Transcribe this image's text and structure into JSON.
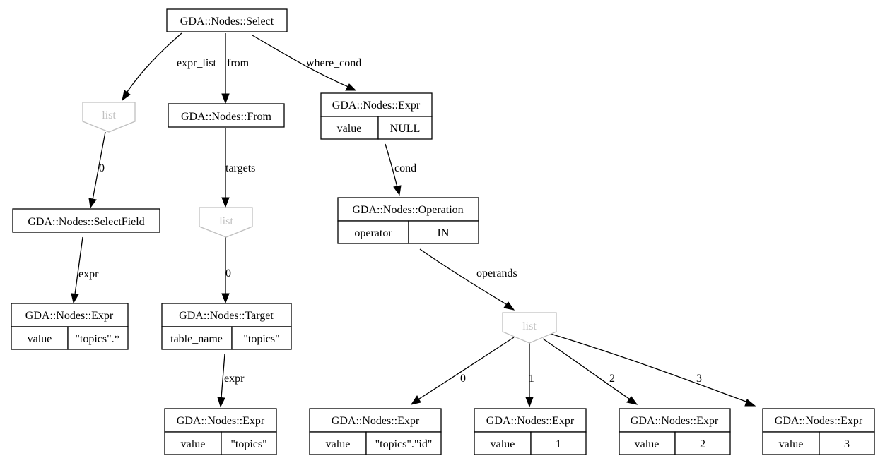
{
  "nodes": {
    "select": {
      "title": "GDA::Nodes::Select"
    },
    "list_exprs": {
      "label": "list"
    },
    "from": {
      "title": "GDA::Nodes::From"
    },
    "where_expr": {
      "title": "GDA::Nodes::Expr",
      "key": "value",
      "val": "NULL"
    },
    "select_field": {
      "title": "GDA::Nodes::SelectField"
    },
    "list_targets": {
      "label": "list"
    },
    "operation": {
      "title": "GDA::Nodes::Operation",
      "key": "operator",
      "val": "IN"
    },
    "field_expr": {
      "title": "GDA::Nodes::Expr",
      "key": "value",
      "val": "\"topics\".*"
    },
    "target": {
      "title": "GDA::Nodes::Target",
      "key": "table_name",
      "val": "\"topics\""
    },
    "list_operands": {
      "label": "list"
    },
    "target_expr": {
      "title": "GDA::Nodes::Expr",
      "key": "value",
      "val": "\"topics\""
    },
    "operand0": {
      "title": "GDA::Nodes::Expr",
      "key": "value",
      "val": "\"topics\".\"id\""
    },
    "operand1": {
      "title": "GDA::Nodes::Expr",
      "key": "value",
      "val": "1"
    },
    "operand2": {
      "title": "GDA::Nodes::Expr",
      "key": "value",
      "val": "2"
    },
    "operand3": {
      "title": "GDA::Nodes::Expr",
      "key": "value",
      "val": "3"
    }
  },
  "edges": {
    "expr_list": "expr_list",
    "from": "from",
    "where_cond": "where_cond",
    "list_exprs_0": "0",
    "targets": "targets",
    "cond": "cond",
    "field_expr": "expr",
    "list_targets_0": "0",
    "operands": "operands",
    "target_expr": "expr",
    "op0": "0",
    "op1": "1",
    "op2": "2",
    "op3": "3"
  },
  "colors": {
    "line": "#000000",
    "list_node": "#c0c0c0",
    "background": "#ffffff"
  }
}
